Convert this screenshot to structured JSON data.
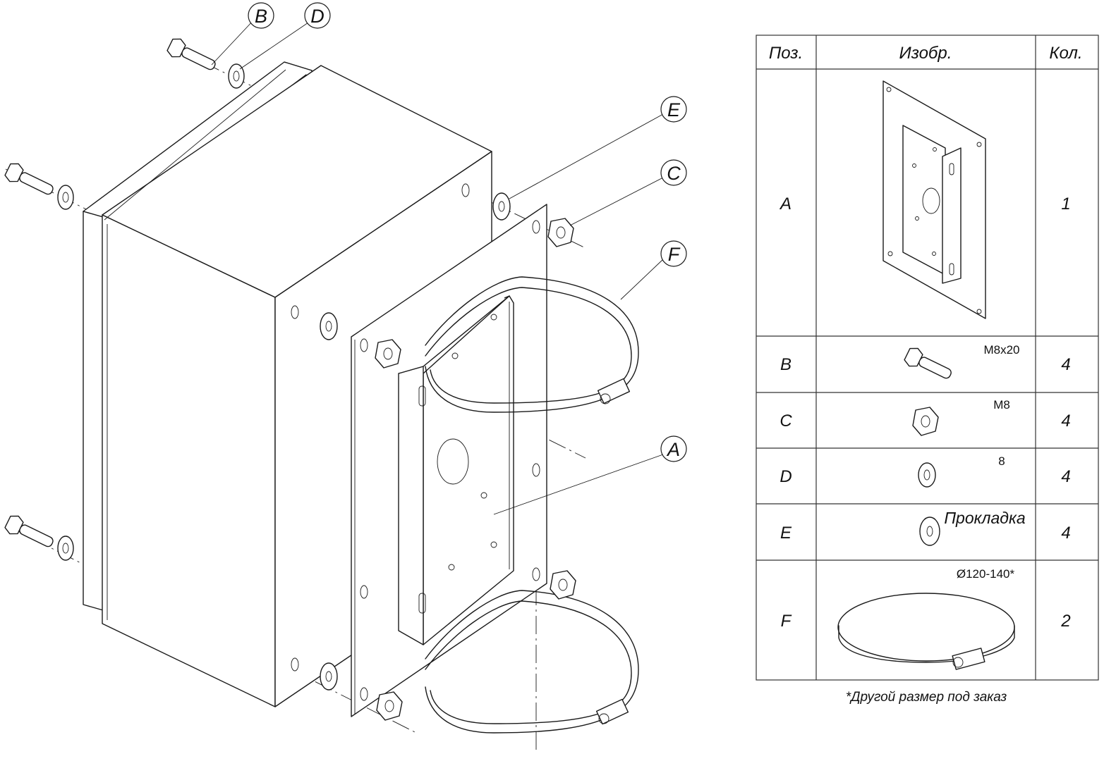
{
  "callouts": [
    "B",
    "D",
    "E",
    "C",
    "F",
    "A"
  ],
  "table": {
    "headers": {
      "pos": "Поз.",
      "img": "Изобр.",
      "qty": "Кол."
    },
    "rows": [
      {
        "pos": "A",
        "label": "",
        "qty": "1"
      },
      {
        "pos": "B",
        "label": "M8x20",
        "qty": "4"
      },
      {
        "pos": "C",
        "label": "M8",
        "qty": "4"
      },
      {
        "pos": "D",
        "label": "8",
        "qty": "4"
      },
      {
        "pos": "E",
        "label": "Прокладка",
        "qty": "4"
      },
      {
        "pos": "F",
        "label": "Ø120-140*",
        "qty": "2"
      }
    ],
    "footnote": "*Другой размер под заказ"
  },
  "icons": [
    "hex-bolt-icon",
    "hex-nut-icon",
    "flat-washer-icon",
    "gasket-washer-icon",
    "pipe-clamp-icon",
    "mounting-plate-icon"
  ]
}
